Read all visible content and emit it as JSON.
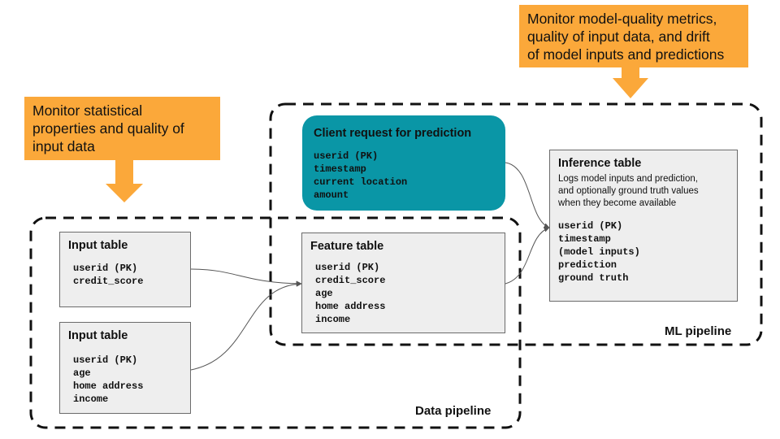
{
  "callouts": {
    "top": "Monitor model-quality metrics,\nquality of input data, and drift\nof model inputs and predictions",
    "left": "Monitor statistical\nproperties and quality of\ninput data"
  },
  "colors": {
    "callout": "#FBA83A",
    "client_box": "#0A96A6",
    "table_box": "#EEEEEE"
  },
  "pipelines": {
    "ml_label": "ML pipeline",
    "data_label": "Data pipeline"
  },
  "client_request": {
    "title": "Client request for prediction",
    "fields": [
      "userid (PK)",
      "timestamp",
      "current location",
      "amount"
    ]
  },
  "input_table_1": {
    "title": "Input table",
    "fields": [
      "userid (PK)",
      "credit_score"
    ]
  },
  "input_table_2": {
    "title": "Input table",
    "fields": [
      "userid (PK)",
      "age",
      "home address",
      "income"
    ]
  },
  "feature_table": {
    "title": "Feature table",
    "fields": [
      "userid (PK)",
      "credit_score",
      "age",
      "home address",
      "income"
    ]
  },
  "inference_table": {
    "title": "Inference table",
    "description": "Logs model inputs and prediction,\nand optionally ground truth values\nwhen they become available",
    "fields": [
      "userid (PK)",
      "timestamp",
      "(model inputs)",
      "prediction",
      "ground truth"
    ]
  }
}
